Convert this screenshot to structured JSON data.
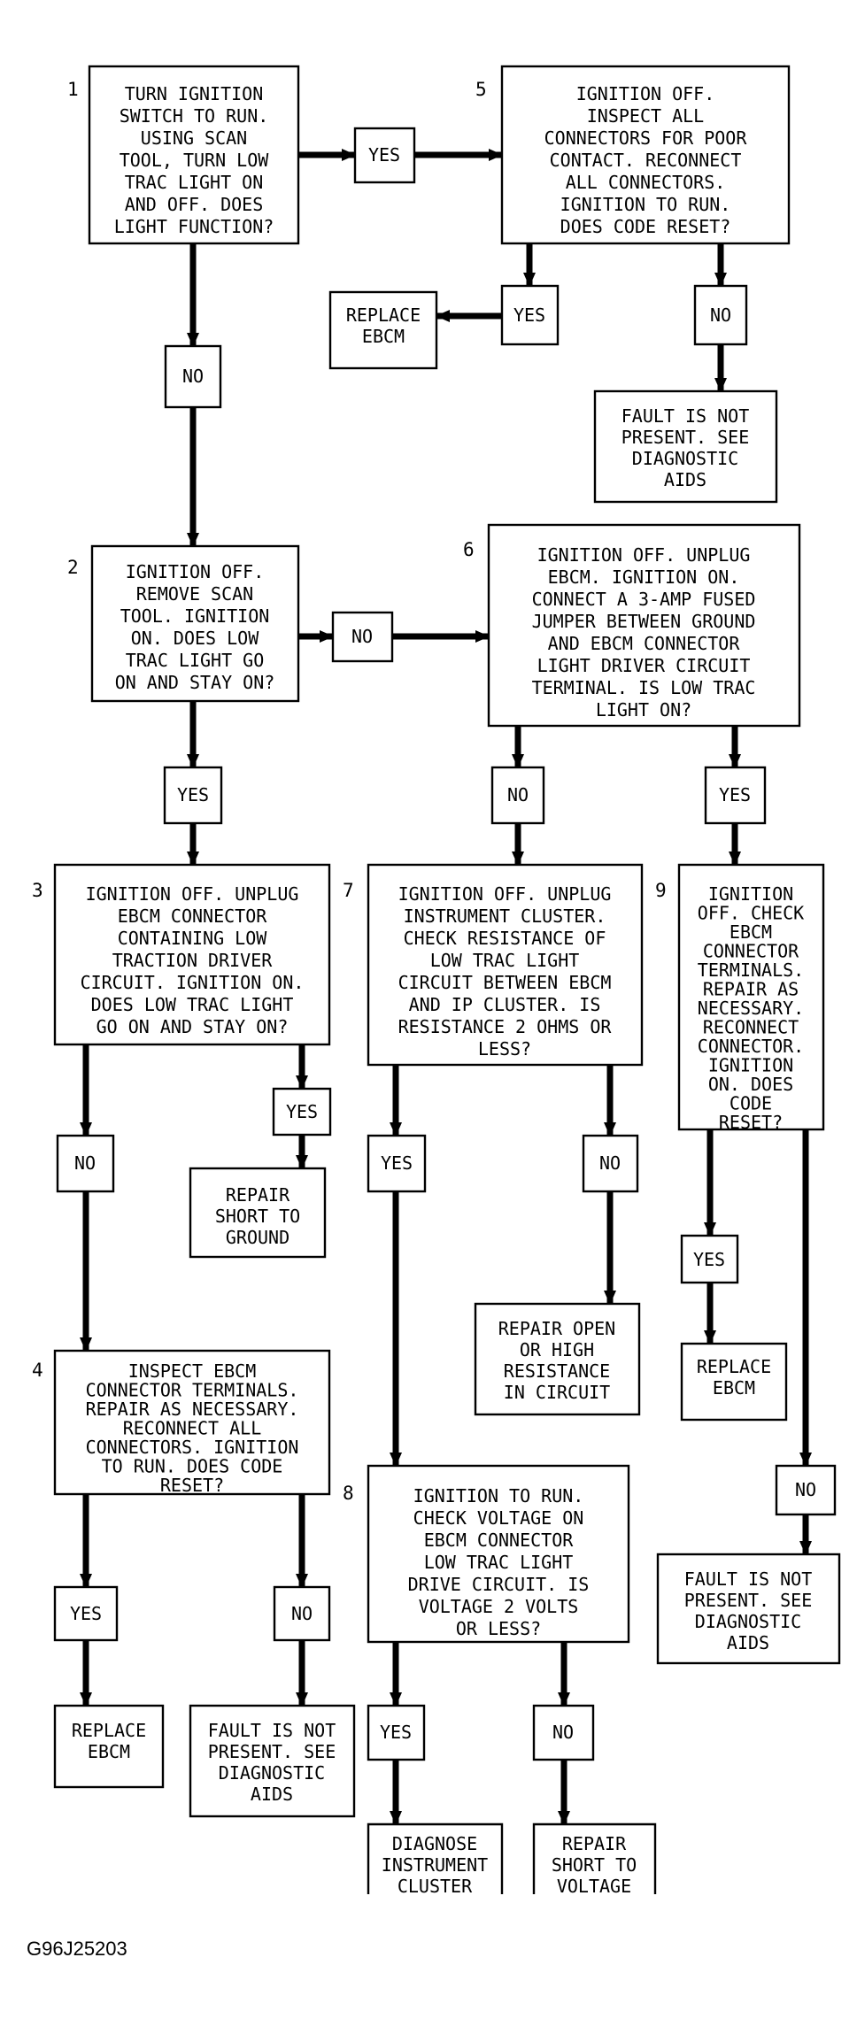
{
  "figure_id": "G96J25203",
  "steps": [
    {
      "num": "1",
      "lines": [
        "TURN IGNITION",
        "SWITCH TO RUN.",
        "USING SCAN",
        "TOOL, TURN LOW",
        "TRAC LIGHT ON",
        "AND OFF. DOES",
        "LIGHT FUNCTION?"
      ]
    },
    {
      "num": "5",
      "lines": [
        "IGNITION OFF.",
        "INSPECT ALL",
        "CONNECTORS FOR POOR",
        "CONTACT. RECONNECT",
        "ALL CONNECTORS.",
        "IGNITION TO RUN.",
        "DOES CODE RESET?"
      ]
    },
    {
      "num": "2",
      "lines": [
        "IGNITION OFF.",
        "REMOVE SCAN",
        "TOOL. IGNITION",
        "ON. DOES LOW",
        "TRAC LIGHT GO",
        "ON AND STAY ON?"
      ]
    },
    {
      "num": "6",
      "lines": [
        "IGNITION OFF. UNPLUG",
        "EBCM. IGNITION ON.",
        "CONNECT A 3-AMP FUSED",
        "JUMPER BETWEEN GROUND",
        "AND EBCM CONNECTOR",
        "LIGHT DRIVER CIRCUIT",
        "TERMINAL. IS LOW TRAC",
        "LIGHT ON?"
      ]
    },
    {
      "num": "3",
      "lines": [
        "IGNITION OFF. UNPLUG",
        "EBCM CONNECTOR",
        "CONTAINING LOW",
        "TRACTION DRIVER",
        "CIRCUIT. IGNITION ON.",
        "DOES LOW TRAC LIGHT",
        "GO ON AND STAY ON?"
      ]
    },
    {
      "num": "7",
      "lines": [
        "IGNITION OFF. UNPLUG",
        "INSTRUMENT CLUSTER.",
        "CHECK RESISTANCE OF",
        "LOW TRAC LIGHT",
        "CIRCUIT BETWEEN EBCM",
        "AND IP CLUSTER. IS",
        "RESISTANCE 2 OHMS OR",
        "LESS?"
      ]
    },
    {
      "num": "9",
      "lines": [
        "IGNITION",
        "OFF. CHECK",
        "EBCM",
        "CONNECTOR",
        "TERMINALS.",
        "REPAIR AS",
        "NECESSARY.",
        "RECONNECT",
        "CONNECTOR.",
        "IGNITION",
        "ON. DOES",
        "CODE",
        "RESET?"
      ]
    },
    {
      "num": "4",
      "lines": [
        "INSPECT EBCM",
        "CONNECTOR TERMINALS.",
        "REPAIR AS NECESSARY.",
        "RECONNECT ALL",
        "CONNECTORS. IGNITION",
        "TO RUN. DOES CODE",
        "RESET?"
      ]
    },
    {
      "num": "8",
      "lines": [
        "IGNITION TO RUN.",
        "CHECK VOLTAGE ON",
        "EBCM CONNECTOR",
        "LOW TRAC LIGHT",
        "DRIVE CIRCUIT. IS",
        "VOLTAGE 2 VOLTS",
        "OR LESS?"
      ]
    }
  ],
  "outcomes": [
    {
      "lines": [
        "REPLACE",
        "EBCM"
      ]
    },
    {
      "lines": [
        "FAULT IS NOT",
        "PRESENT. SEE",
        "DIAGNOSTIC",
        "AIDS"
      ]
    },
    {
      "lines": [
        "REPAIR",
        "SHORT TO",
        "GROUND"
      ]
    },
    {
      "lines": [
        "REPAIR OPEN",
        "OR HIGH",
        "RESISTANCE",
        "IN CIRCUIT"
      ]
    },
    {
      "lines": [
        "REPLACE",
        "EBCM"
      ]
    },
    {
      "lines": [
        "FAULT IS NOT",
        "PRESENT. SEE",
        "DIAGNOSTIC",
        "AIDS"
      ]
    },
    {
      "lines": [
        "REPLACE",
        "EBCM"
      ]
    },
    {
      "lines": [
        "FAULT IS NOT",
        "PRESENT. SEE",
        "DIAGNOSTIC",
        "AIDS"
      ]
    },
    {
      "lines": [
        "DIAGNOSE",
        "INSTRUMENT",
        "CLUSTER"
      ]
    },
    {
      "lines": [
        "REPAIR",
        "SHORT TO",
        "VOLTAGE"
      ]
    }
  ],
  "answers": {
    "yes_1_5": "YES",
    "yes_5": "YES",
    "no_5": "NO",
    "no_1": "NO",
    "no_2_6": "NO",
    "yes_2": "YES",
    "no_6": "NO",
    "yes_6": "YES",
    "no_3": "NO",
    "yes_3": "YES",
    "yes_7": "YES",
    "no_7": "NO",
    "yes_9": "YES",
    "no_9": "NO",
    "yes_4": "YES",
    "no_4": "NO",
    "yes_8": "YES",
    "no_8": "NO"
  }
}
